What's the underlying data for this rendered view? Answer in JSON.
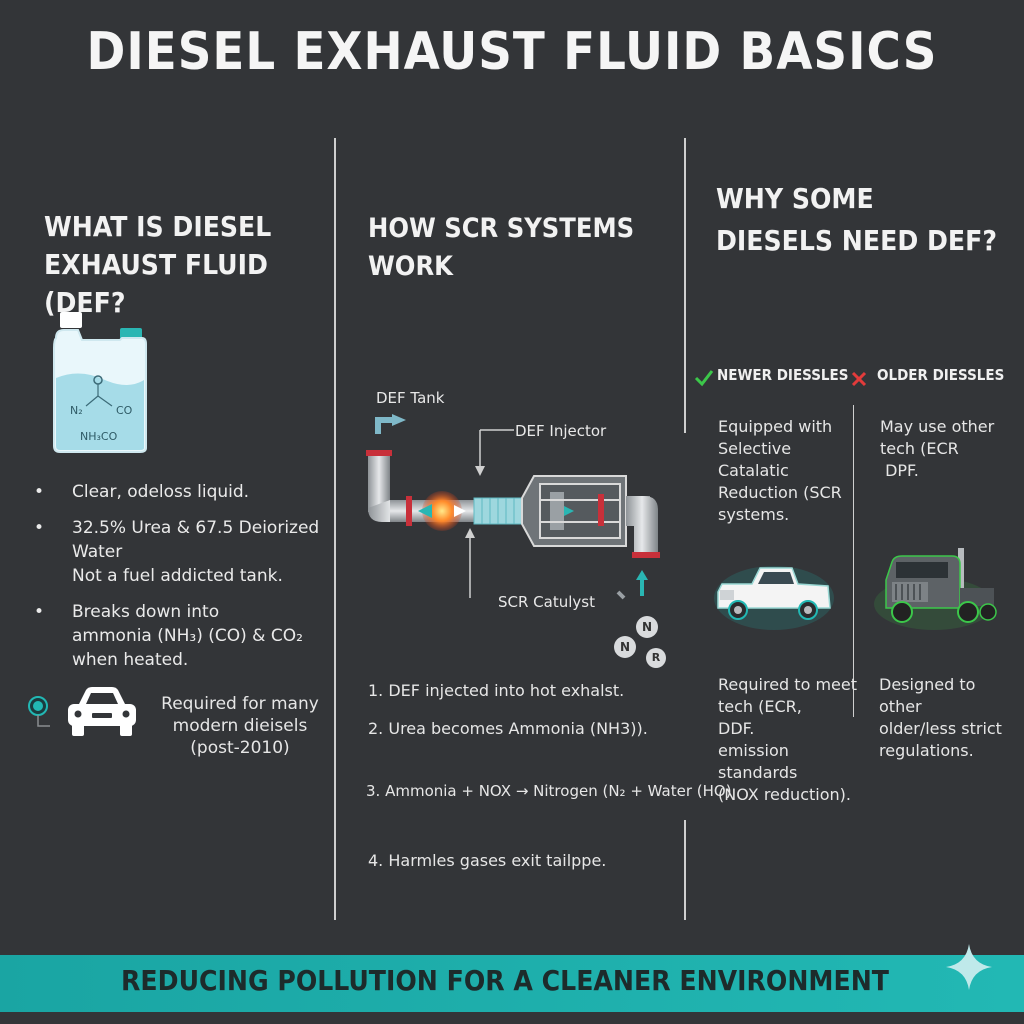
{
  "title": "DIESEL EXHAUST FLUID BASICS",
  "col1": {
    "heading_line1": "WHAT IS DIESEL",
    "heading_line2": "EXHAUST FLUID (DEF?",
    "jug_formula1": "N₂",
    "jug_formula2": "CO",
    "jug_label": "NH₃CO",
    "bullets": [
      {
        "lines": [
          "Clear, odeloss liquid."
        ]
      },
      {
        "lines": [
          "32.5% Urea & 67.5 Deiorized Water",
          "Not a fuel addicted tank."
        ]
      },
      {
        "lines": [
          "Breaks down into",
          "ammonia (NH₃) (CO) & CO₂",
          "when heated."
        ]
      }
    ],
    "required_lines": [
      "Required for many",
      "modern dieisels",
      "(post-2010)"
    ]
  },
  "col2": {
    "heading": "HOW SCR SYSTEMS WORK",
    "label_def_tank": "DEF Tank",
    "label_def_injector": "DEF Injector",
    "label_scr_catalyst": "SCR Catulyst",
    "molecules": [
      "N",
      "N",
      "R"
    ],
    "steps": [
      "1. DEF injected into hot exhalst.",
      "2. Urea becomes Ammonia (NH3)).",
      "3. Ammonia + NOX → Nitrogen (N₂ + Water (HO)",
      "4. Harmles gases exit tailppe."
    ]
  },
  "col3": {
    "heading_line1": "WHY SOME",
    "heading_line2": "DIESELS NEED DEF?",
    "newer_label": "NEWER DIESSLES",
    "older_label": "OLDER DIESSLES",
    "newer_desc": [
      "Equipped with",
      "Selective",
      "Catalatic",
      "Reduction (SCR",
      "systems."
    ],
    "older_desc": [
      "May use other",
      "tech (ECR",
      " DPF."
    ],
    "newer_req": [
      "Required to meet",
      "tech (ECR,",
      "DDF.",
      "emission standards",
      "(NOX reduction)."
    ],
    "older_req": [
      "Designed to other",
      "older/less strict",
      "regulations."
    ]
  },
  "footer": "REDUCING POLLUTION FOR A CLEANER ENVIRONMENT",
  "colors": {
    "background": "#333538",
    "accent_teal": "#22b8b4",
    "check_green": "#3cc74a",
    "cross_red": "#e23b3b",
    "pipe_red": "#c8303a"
  },
  "icons": [
    "check-icon",
    "cross-icon",
    "sparkle-icon",
    "car-icon",
    "pickup-truck-icon",
    "semi-truck-icon",
    "def-jug-icon",
    "scr-pipe-diagram"
  ]
}
